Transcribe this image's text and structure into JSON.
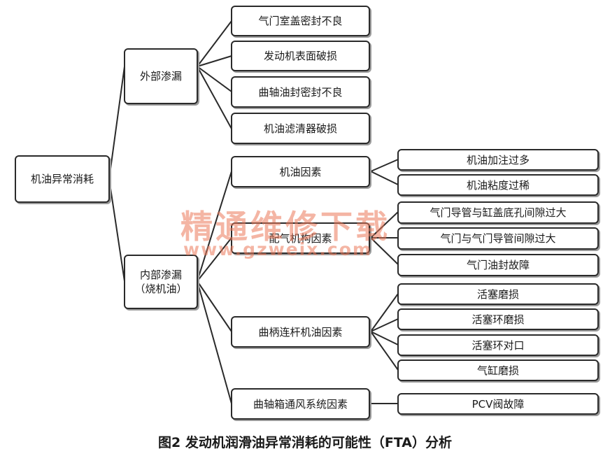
{
  "root": "机油异常消耗",
  "external": {
    "label": "外部渗漏",
    "items": [
      "气门室盖密封不良",
      "发动机表面破损",
      "曲轴油封密封不良",
      "机油滤清器破损"
    ]
  },
  "internal": {
    "label_line1": "内部渗漏",
    "label_line2": "（烧机油）",
    "groups": [
      {
        "label": "机油因素",
        "items": [
          "机油加注过多",
          "机油粘度过稀"
        ]
      },
      {
        "label": "配气机构因素",
        "items": [
          "气门导管与缸盖底孔间隙过大",
          "气门与气门导管间隙过大",
          "气门油封故障"
        ]
      },
      {
        "label": "曲柄连杆机油因素",
        "items": [
          "活塞磨损",
          "活塞环磨损",
          "活塞环对口",
          "气缸磨损"
        ]
      },
      {
        "label": "曲轴箱通风系统因素",
        "items": [
          "PCV阀故障"
        ]
      }
    ]
  },
  "watermark": {
    "line1": "精通维修下载",
    "line2": "www.gzweix.com"
  },
  "caption": "图2  发动机润滑油异常消耗的可能性（FTA）分析"
}
